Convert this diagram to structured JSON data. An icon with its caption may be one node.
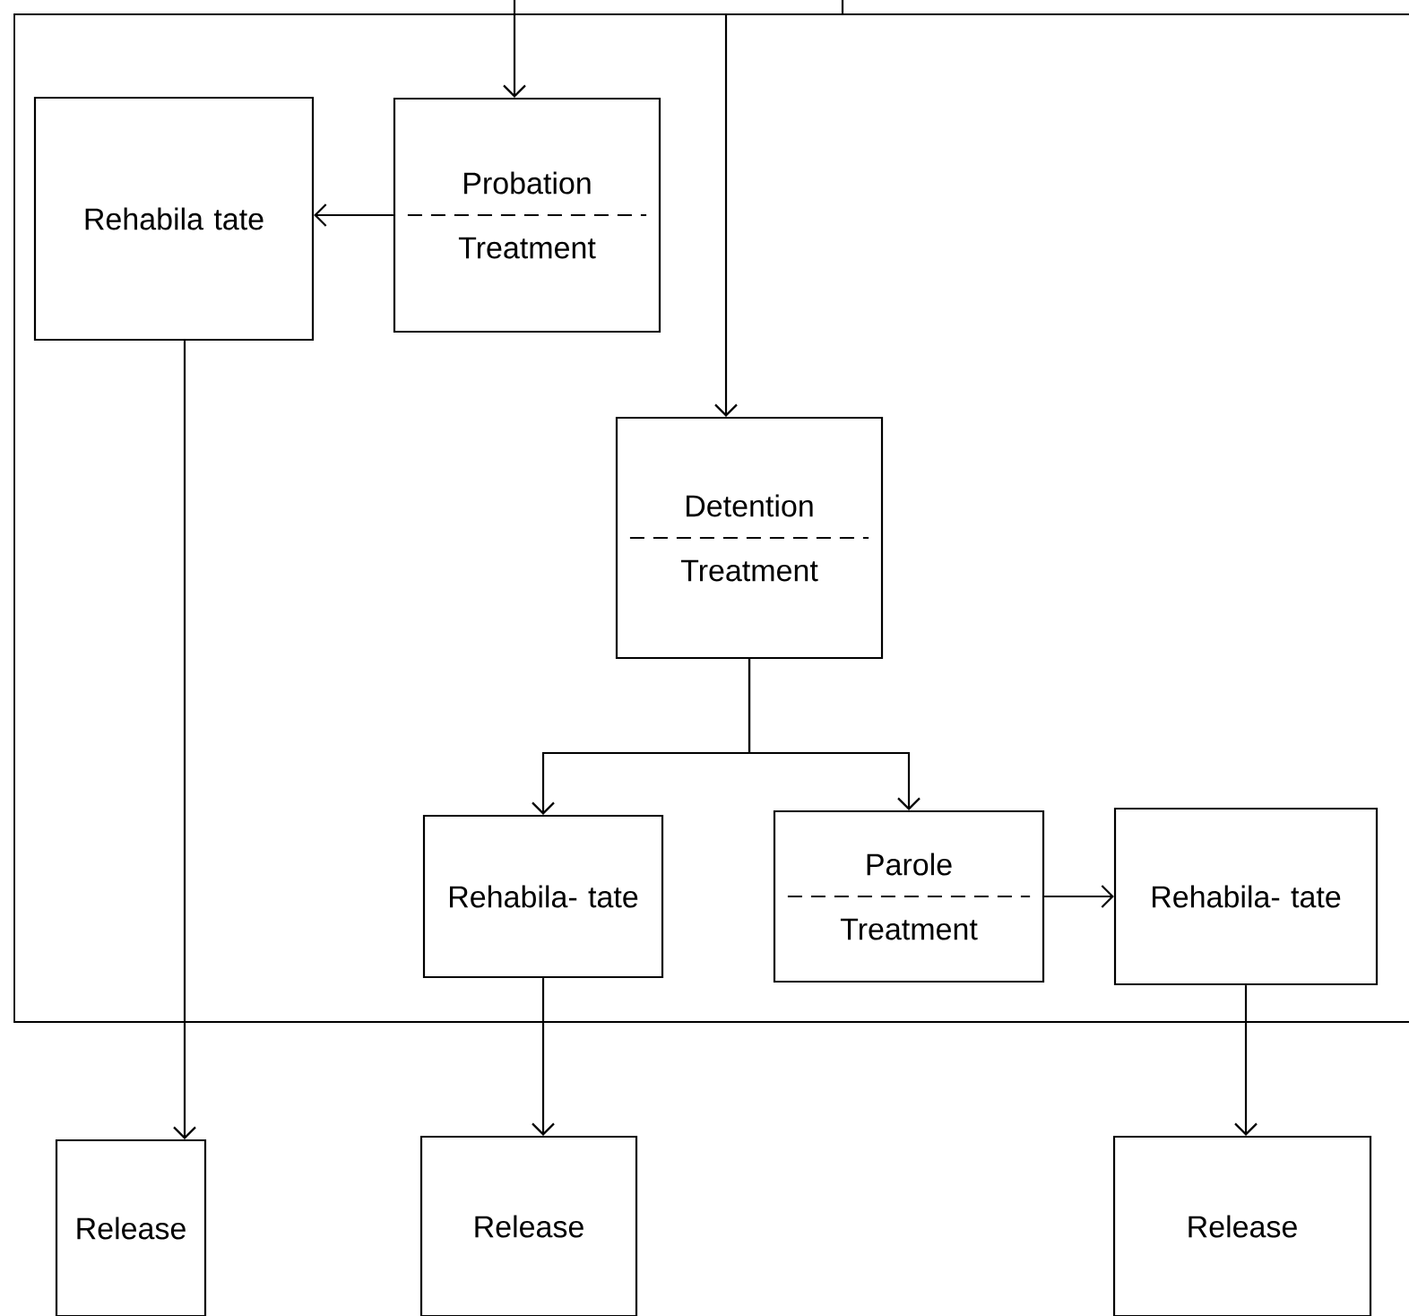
{
  "diagram": {
    "nodes": [
      {
        "text": [
          "Rehabila tate"
        ]
      },
      {
        "text": [
          "Probation",
          "Treatment"
        ]
      },
      {
        "text": [
          "Detention",
          "Treatment"
        ]
      },
      {
        "text": [
          "Rehabila- tate"
        ]
      },
      {
        "text": [
          "Parole",
          "Treatment"
        ]
      },
      {
        "text": [
          "Rehabila- tate"
        ]
      },
      {
        "text": [
          "Release"
        ]
      },
      {
        "text": [
          "Release"
        ]
      },
      {
        "text": [
          "Release"
        ]
      }
    ],
    "edges": [
      {
        "from": null,
        "to": 1,
        "arrow": "to"
      },
      {
        "from": null,
        "to": 2,
        "arrow": "to"
      },
      {
        "from": 1,
        "to": 0,
        "arrow": "to"
      },
      {
        "from": 2,
        "to": 3,
        "arrow": "to"
      },
      {
        "from": 2,
        "to": 4,
        "arrow": "to"
      },
      {
        "from": 4,
        "to": 5,
        "arrow": "to"
      },
      {
        "from": 0,
        "to": 6,
        "arrow": "to"
      },
      {
        "from": 3,
        "to": 7,
        "arrow": "to"
      },
      {
        "from": 5,
        "to": 8,
        "arrow": "to"
      }
    ]
  }
}
